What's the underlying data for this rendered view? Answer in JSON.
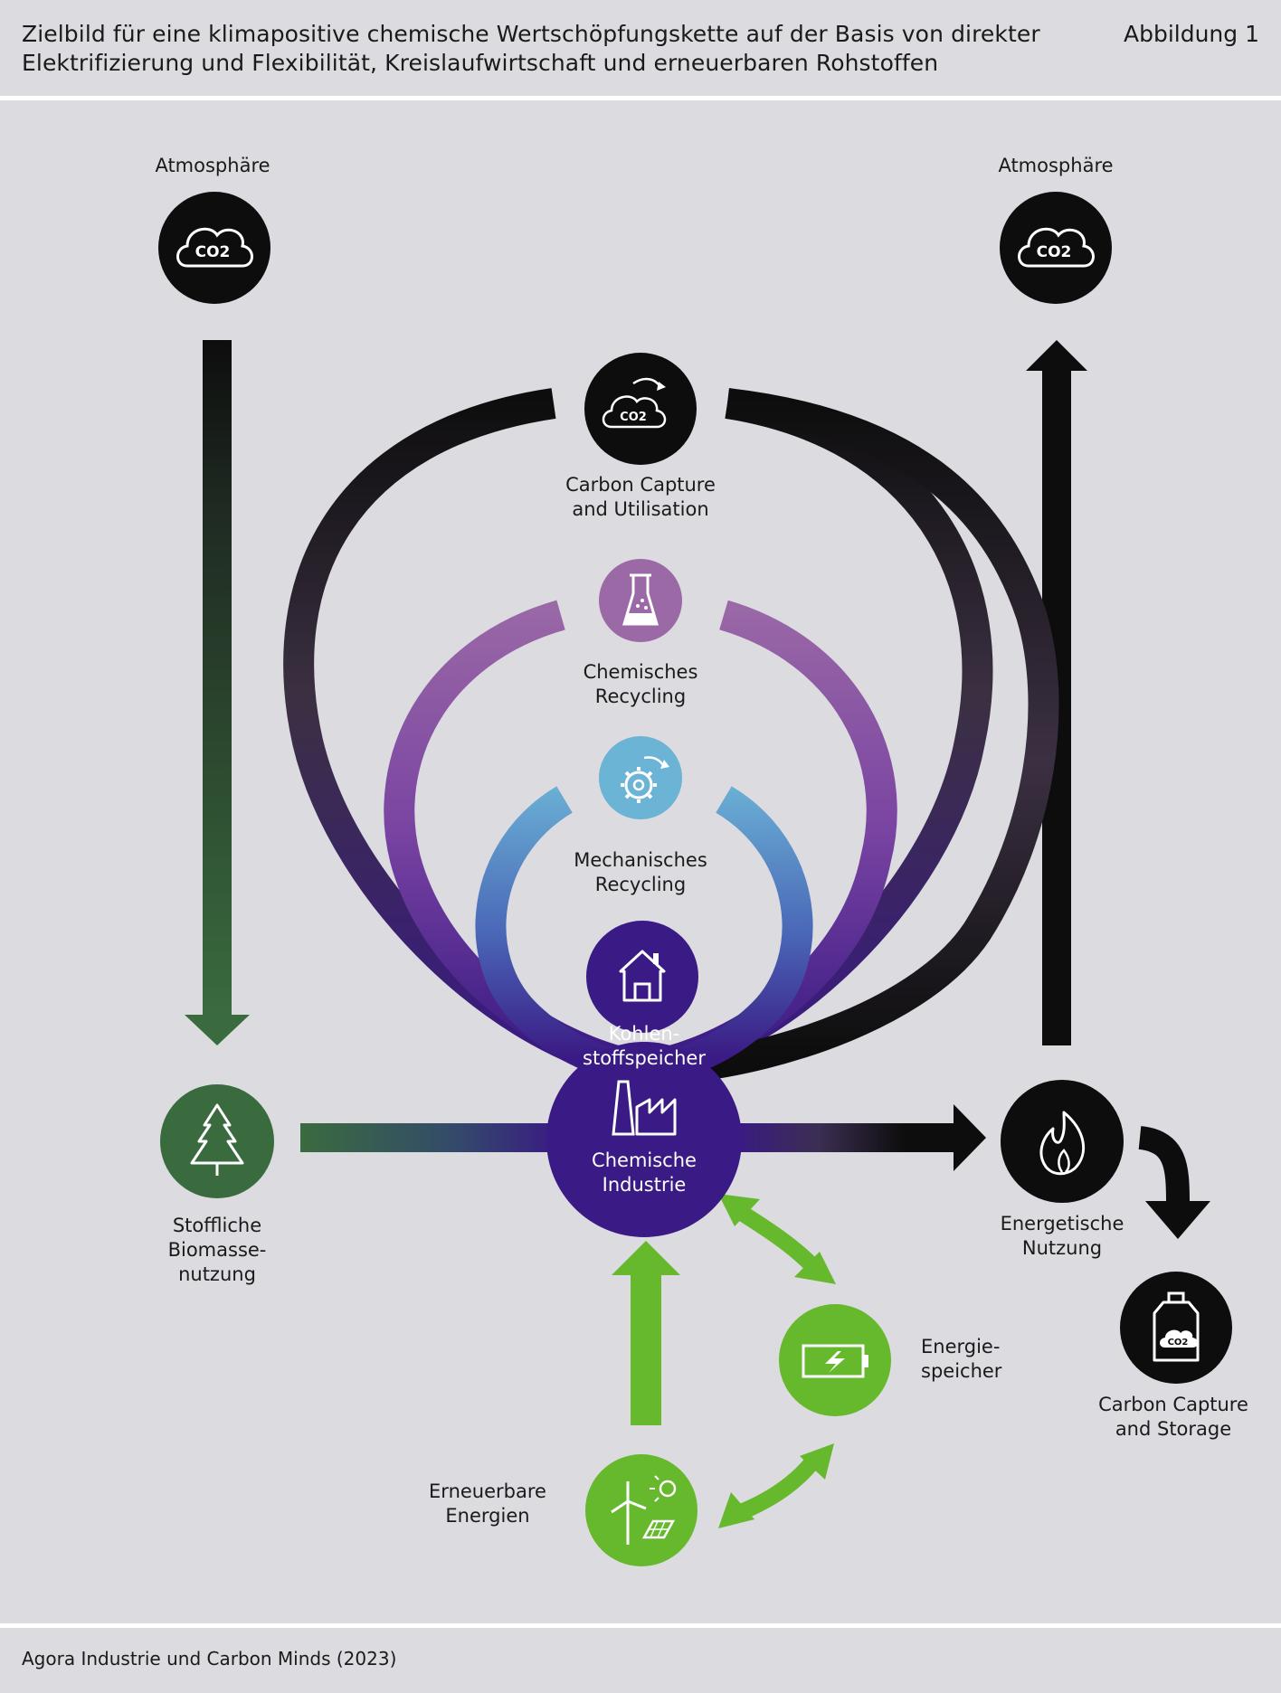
{
  "header": {
    "title": "Zielbild für eine klimapositive chemische Wertschöpfungskette auf der Basis von direkter Elektrifizierung und Flexibilität, Kreislaufwirtschaft und erneuerbaren Rohstoffen",
    "figure_number": "Abbildung 1"
  },
  "diagram": {
    "atmosphere_left": {
      "label": "Atmosphäre",
      "icon": "co2-cloud-icon",
      "co2_text": "CO2"
    },
    "atmosphere_right": {
      "label": "Atmosphäre",
      "icon": "co2-cloud-icon",
      "co2_text": "CO2"
    },
    "ccu": {
      "label_line1": "Carbon Capture",
      "label_line2": "and Utilisation",
      "icon": "co2-cloud-cycle-icon",
      "co2_text": "CO2"
    },
    "chemical_recycling": {
      "label_line1": "Chemisches",
      "label_line2": "Recycling",
      "icon": "flask-icon"
    },
    "mechanical_recycling": {
      "label_line1": "Mechanisches",
      "label_line2": "Recycling",
      "icon": "gear-cycle-icon"
    },
    "carbon_storage": {
      "label_line1": "Kohlen-",
      "label_line2": "stoffspeicher",
      "icon": "house-icon"
    },
    "chemical_industry": {
      "label_line1": "Chemische",
      "label_line2": "Industrie",
      "icon": "factory-icon"
    },
    "biomass": {
      "label_line1": "Stoffliche",
      "label_line2": "Biomasse-",
      "label_line3": "nutzung",
      "icon": "tree-icon"
    },
    "energy_use": {
      "label_line1": "Energetische",
      "label_line2": "Nutzung",
      "icon": "flame-icon"
    },
    "ccs": {
      "label_line1": "Carbon Capture",
      "label_line2": "and Storage",
      "icon": "co2-bottle-icon",
      "co2_text": "CO2"
    },
    "energy_storage": {
      "label_line1": "Energie-",
      "label_line2": "speicher",
      "icon": "battery-icon"
    },
    "renewables": {
      "label_line1": "Erneuerbare",
      "label_line2": "Energien",
      "icon": "wind-solar-icon"
    },
    "colors": {
      "black": "#0d0d0d",
      "dark_green": "#3a6b3e",
      "purple_dark": "#3a1a84",
      "purple_mid": "#7a4aa8",
      "purple_light": "#9b6aa6",
      "blue_light": "#6cb4d6",
      "blue_mid": "#4a68b8",
      "light_green": "#66b82c",
      "background": "#dcdbe0"
    }
  },
  "footer": {
    "source": "Agora Industrie und Carbon Minds (2023)"
  }
}
